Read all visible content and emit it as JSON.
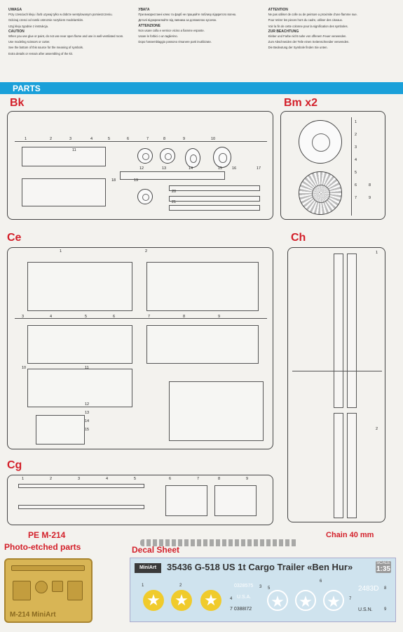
{
  "header": {
    "columns": [
      {
        "title": "UWAGA",
        "lines": [
          "Przy czesciach kleju i farb uzywaj tylko w dobrze wentylowanym pomieszczeniu.",
          "Odcinaj czesci od ramki ostroznie nozykiem modelarskim.",
          "Uzyj kleju zgodnie z instrukcja."
        ],
        "title2": "CAUTION",
        "lines2": [
          "When you use glue or paint, do not use near open flame and use in well-ventilated room.",
          "Use modeling scissors or cutter.",
          "See the bottom of this source for the meaning of symbols.",
          "Extra details or remain after assembling of the kit."
        ]
      },
      {
        "title": "УВАГА",
        "lines": [
          "При використанні клею та фарб не працюйте поблизу відкритого вогню.",
          "Деталі відокремлюйте від ливника за допомогою кусачок."
        ],
        "title2": "ATTENZIONE",
        "lines2": [
          "Non usare colla e vernice vicino a fiamme esposte.",
          "Usare le forbici o un taglierino.",
          "Dopo l'assemblaggio possono rimanere parti inutilizzate."
        ]
      },
      {
        "title": "ATTENTION",
        "lines": [
          "Ne pas utiliser de colle ou de peinture a proximite d'une flamme nue.",
          "Pour retirer les pieces hors du cadre, utiliser des ciseaux.",
          "Voir la fin de cette colonne pour la signification des symboles."
        ],
        "title2": "ZUR BEACHTUNG",
        "lines2": [
          "Kleber und Farbe nicht nahe von offenem Feuer verwenden.",
          "Zum Abschneiden der Teile einen Seitenschneider verwenden.",
          "Die Bedeutung der Symbole finden Sie unten."
        ]
      }
    ]
  },
  "section_title": "PARTS",
  "sprues": {
    "bk": {
      "label": "Bk",
      "numbers": [
        "1",
        "2",
        "3",
        "4",
        "5",
        "6",
        "7",
        "8",
        "9",
        "10",
        "11",
        "12",
        "13",
        "14",
        "15",
        "16",
        "17",
        "18",
        "19",
        "20",
        "21"
      ]
    },
    "bm": {
      "label": "Bm x2",
      "numbers": [
        "1",
        "2",
        "3",
        "4",
        "5",
        "6",
        "7",
        "8",
        "9"
      ]
    },
    "ce": {
      "label": "Ce",
      "numbers": [
        "1",
        "2",
        "3",
        "4",
        "5",
        "6",
        "7",
        "8",
        "9",
        "10",
        "11",
        "12",
        "13",
        "14",
        "15"
      ]
    },
    "ch": {
      "label": "Ch",
      "numbers": [
        "1",
        "2"
      ]
    },
    "cg": {
      "label": "Cg",
      "numbers": [
        "1",
        "2",
        "3",
        "4",
        "5",
        "6",
        "7",
        "8",
        "9"
      ]
    }
  },
  "chain_label": "Chain  40 mm",
  "pe": {
    "title": "PE M-214",
    "subtitle": "Photo-etched parts",
    "tag": "M-214 MiniArt"
  },
  "decal": {
    "heading": "Decal Sheet",
    "logo": "MiniArt",
    "title": "35436 G-518 US 1t Cargo Trailer «Ben Hur»",
    "scale_word": "SCALE",
    "scale": "1:35",
    "codes": [
      "0328575",
      "U.S.A.",
      "7 0388I72",
      "2483D",
      "U.S.N."
    ],
    "numbers": [
      "1",
      "2",
      "3",
      "4",
      "5",
      "6",
      "7",
      "8",
      "9"
    ]
  },
  "colors": {
    "accent": "#1aa0d9",
    "label_red": "#d3202a",
    "pe_gold": "#d8b555",
    "decal_blue": "#cfe3ee",
    "star_yellow": "#f0cb2c"
  }
}
